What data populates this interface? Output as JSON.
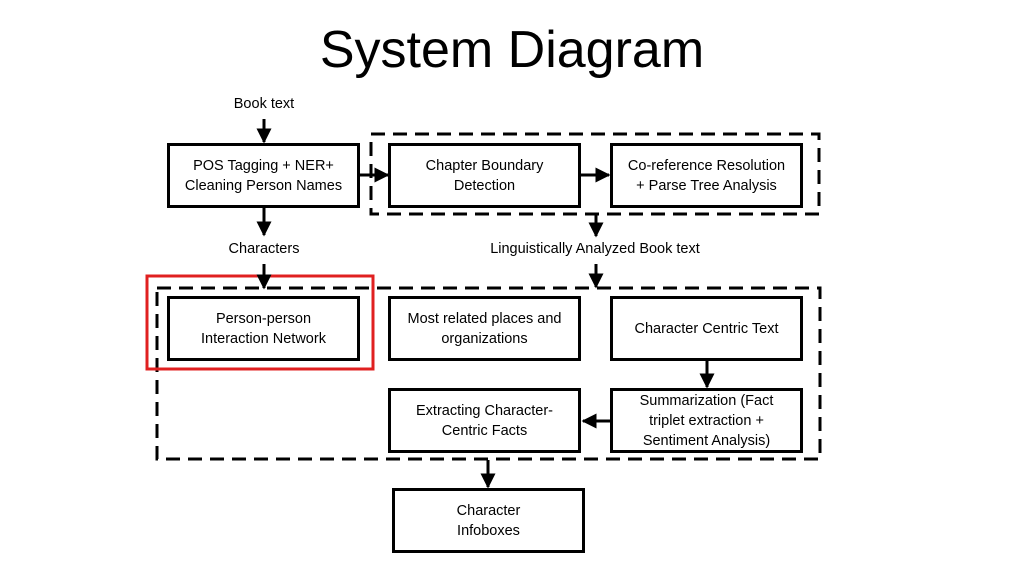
{
  "title": "System Diagram",
  "labels": {
    "book_text": "Book text",
    "characters": "Characters",
    "linguistic": "Linguistically Analyzed Book text"
  },
  "nodes": {
    "pos": "POS Tagging + NER+\nCleaning Person Names",
    "chapter": "Chapter Boundary\nDetection",
    "coref": "Co-reference Resolution\n+ Parse Tree Analysis",
    "person": "Person-person\nInteraction Network",
    "places": "Most related places and\norganizations",
    "centric_text": "Character Centric Text",
    "facts": "Extracting Character-\nCentric Facts",
    "summarization": "Summarization (Fact\ntriplet extraction +\nSentiment Analysis)",
    "infobox": "Character\nInfoboxes"
  },
  "colors": {
    "line": "#000000",
    "highlight": "#e02020"
  }
}
